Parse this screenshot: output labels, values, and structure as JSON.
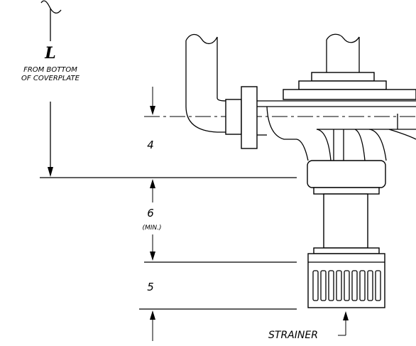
{
  "labels": {
    "length_symbol": "L",
    "length_note_line1": "FROM BOTTOM",
    "length_note_line2": "OF COVERPLATE",
    "dim_top": "4",
    "dim_middle": "6",
    "dim_middle_note": "(MIN.)",
    "dim_bottom": "5",
    "strainer": "STRAINER"
  }
}
